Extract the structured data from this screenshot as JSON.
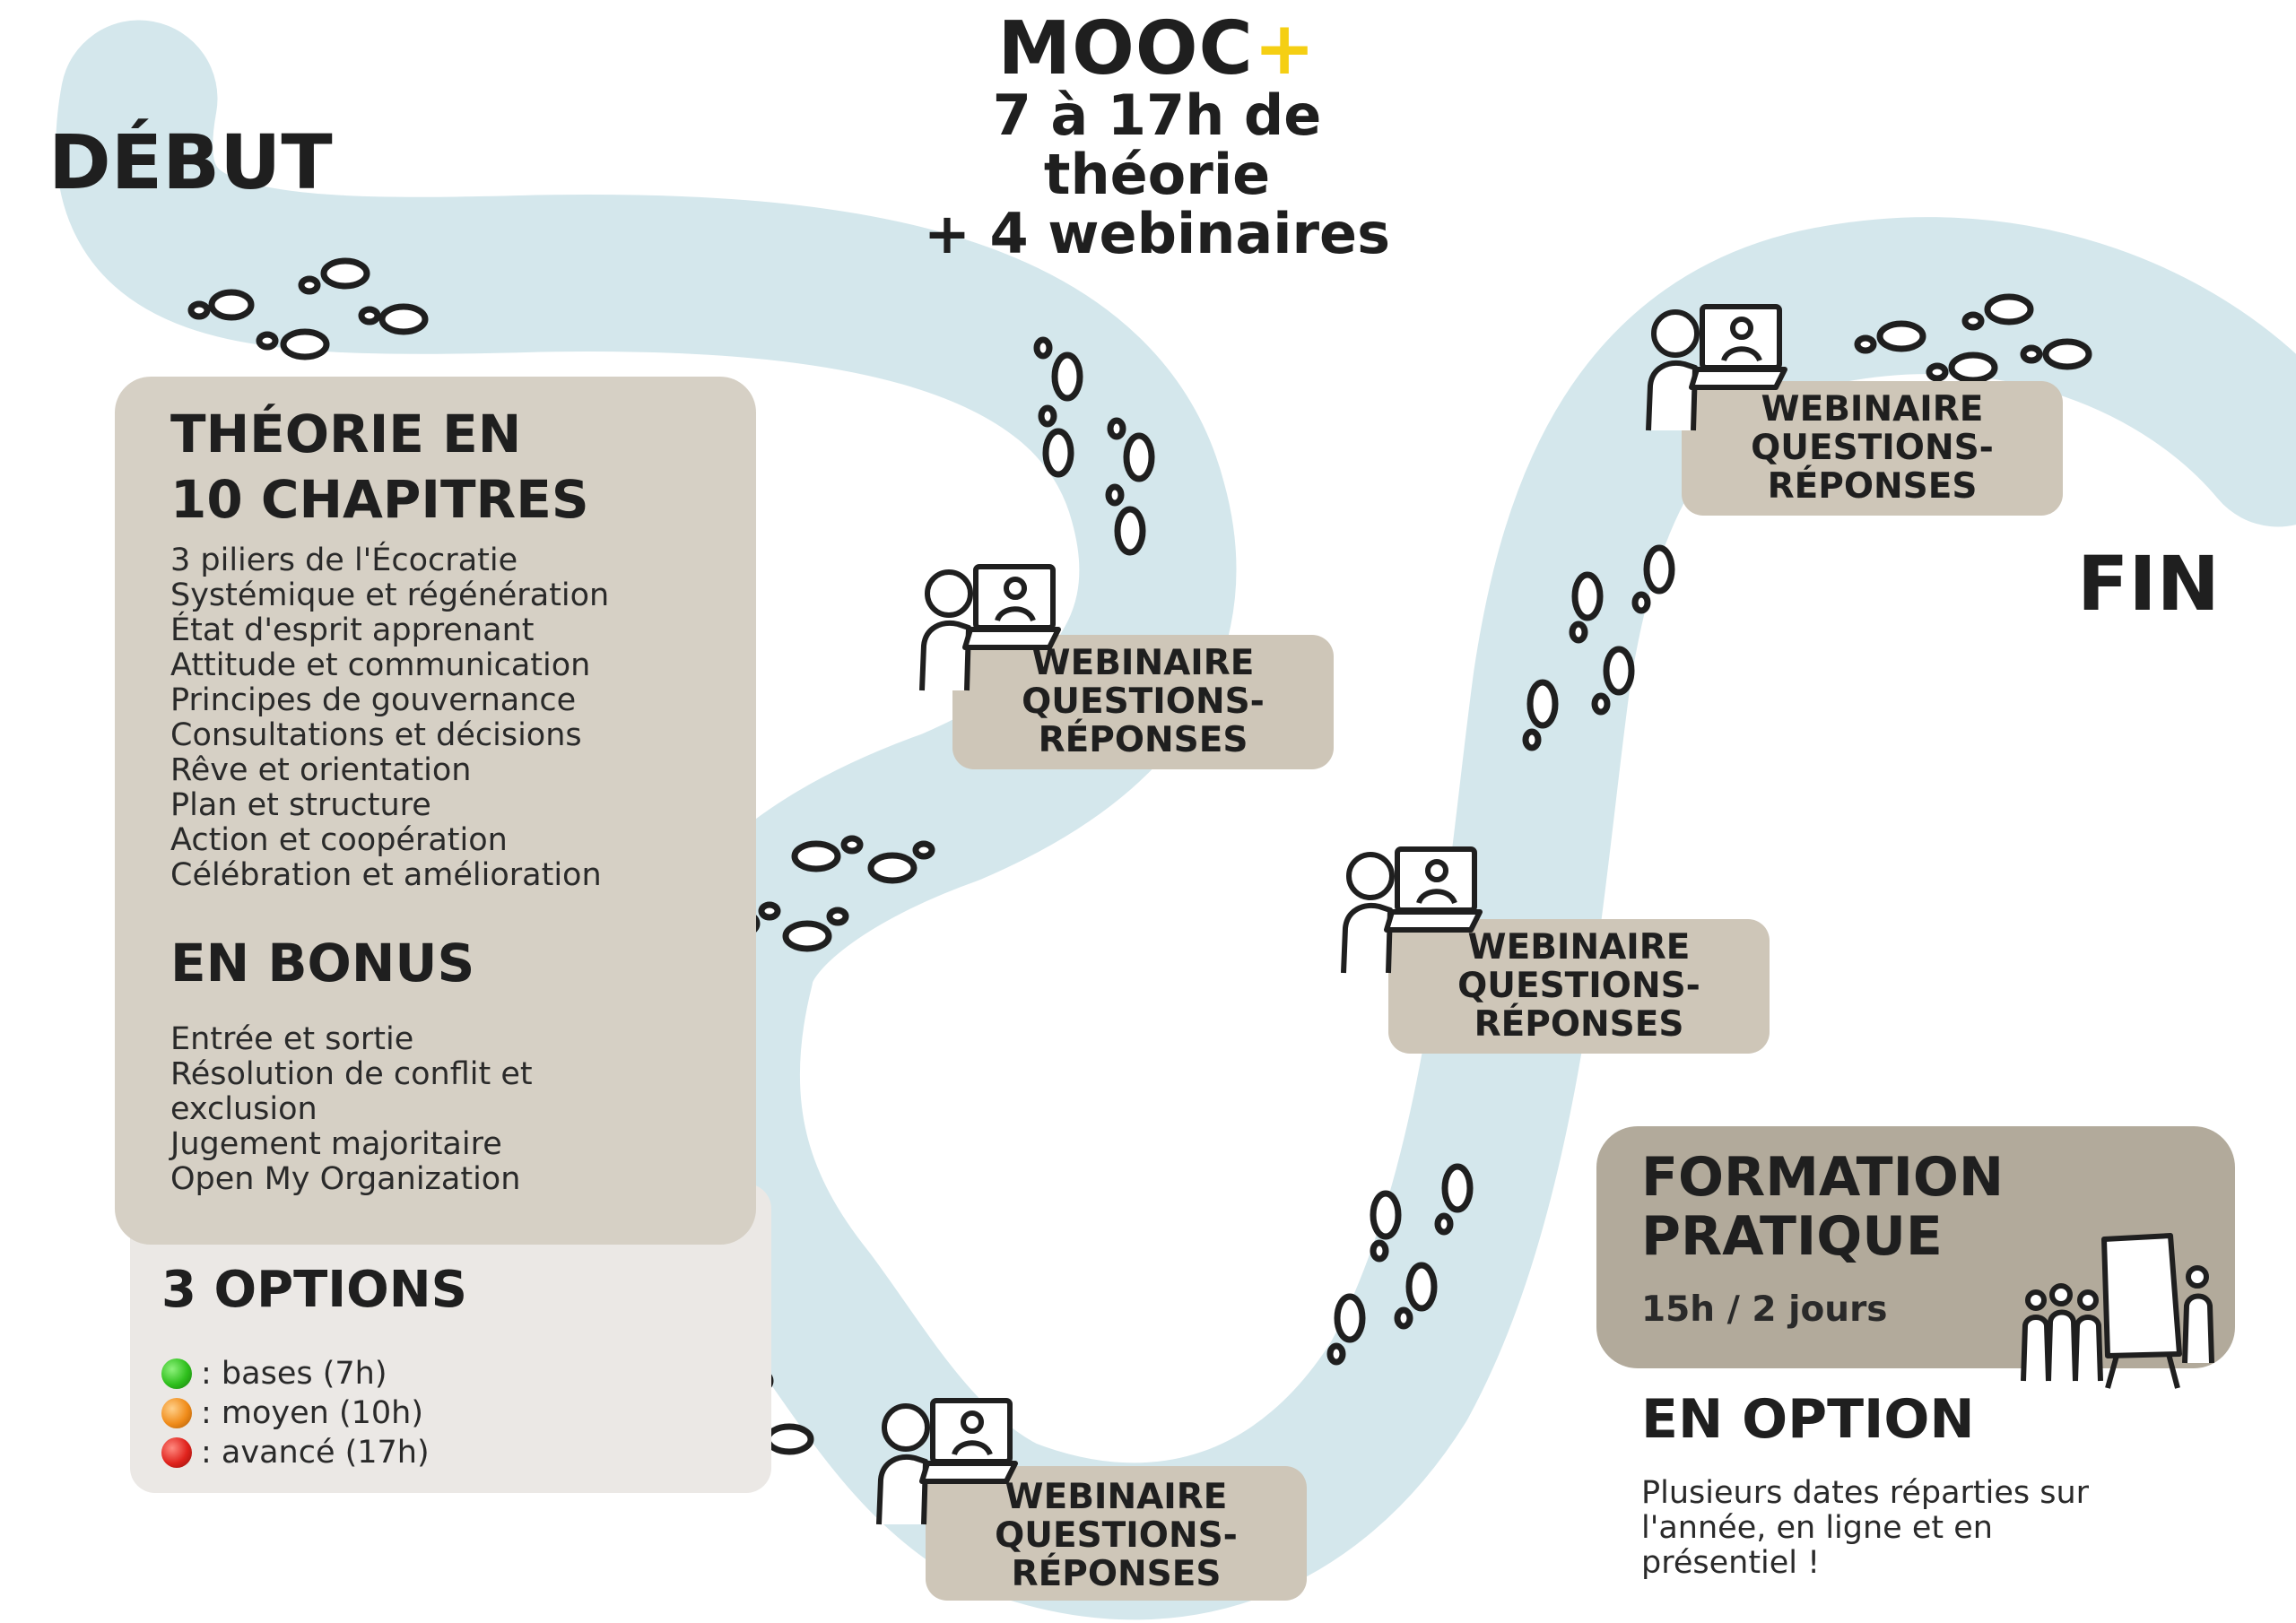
{
  "header": {
    "title": "MOOC",
    "title_plus": "+",
    "subtitle_line1": "7 à 17h de théorie",
    "subtitle_line2": "+ 4 webinaires",
    "plus_color": "#f5cf13"
  },
  "start_label": "DÉBUT",
  "end_label": "FIN",
  "theory": {
    "title_line1": "THÉORIE EN",
    "title_line2": "10 CHAPITRES",
    "chapters": [
      "3 piliers de l'Écocratie",
      "Systémique et régénération",
      "État d'esprit apprenant",
      "Attitude et communication",
      "Principes de gouvernance",
      "Consultations et décisions",
      "Rêve et orientation",
      "Plan et structure",
      "Action et coopération",
      "Célébration et amélioration"
    ],
    "bonus_title": "EN BONUS",
    "bonus_items": [
      "Entrée et sortie",
      "Résolution de conflit et exclusion",
      "Jugement majoritaire",
      "Open My Organization"
    ]
  },
  "options": {
    "title": "3 OPTIONS",
    "items": [
      {
        "label": ": bases (7h)",
        "color": "#2fbf1d"
      },
      {
        "label": ": moyen (10h)",
        "color": "#f08c1a"
      },
      {
        "label": ": avancé (17h)",
        "color": "#e0231d"
      }
    ]
  },
  "webinar": {
    "line1": "WEBINAIRE",
    "line2": "QUESTIONS-",
    "line3": "RÉPONSES"
  },
  "formation": {
    "title_line1": "FORMATION",
    "title_line2": "PRATIQUE",
    "duration": "15h / 2 jours",
    "option_title": "EN OPTION",
    "option_text": "Plusieurs dates réparties sur l'année, en ligne et en présentiel !"
  },
  "colors": {
    "path": "#d4e7ec",
    "theory_box": "#d6d0c5",
    "options_box": "#ebe8e5",
    "webinar_box": "#cec6b8",
    "formation_box": "#b2aa9b"
  },
  "icons": [
    "footprints-icon",
    "webinar-presenter-icon",
    "group-flipchart-icon",
    "status-dot-icon"
  ]
}
